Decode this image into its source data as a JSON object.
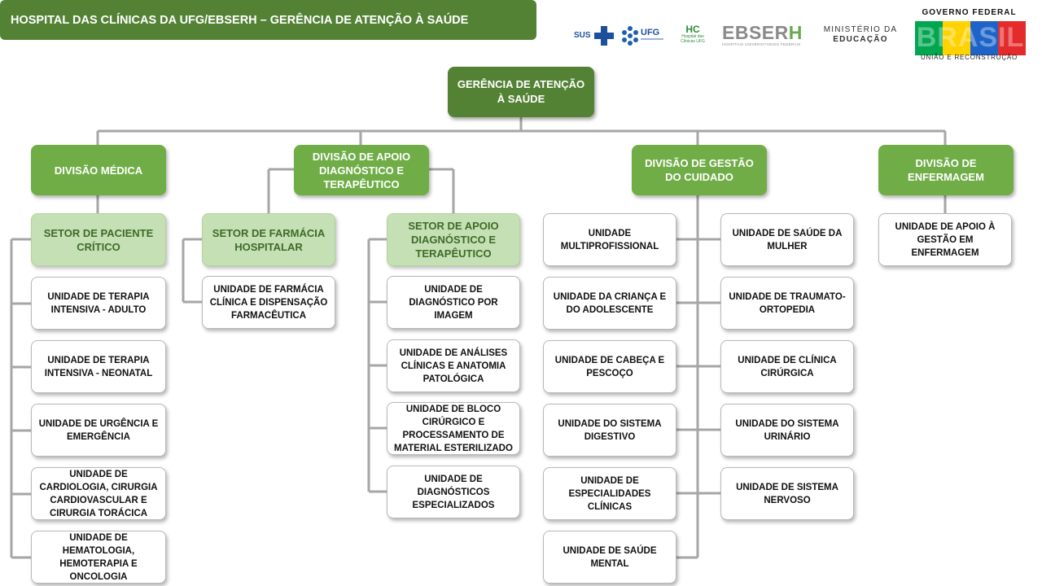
{
  "header": {
    "title": "HOSPITAL DAS CLÍNICAS DA UFG/EBSERH – GERÊNCIA DE ATENÇÃO À SAÚDE"
  },
  "logos": {
    "sus": "SUS",
    "ufg": "UFG",
    "hc": "HC",
    "hc_sub": "Hospital das Clínicas UFG",
    "ebserh_main": "EBSER",
    "ebserh_accent": "H",
    "ebserh_sub": "HOSPITAIS UNIVERSITÁRIOS FEDERAIS",
    "mec_line1": "MINISTÉRIO DA",
    "mec_line2": "EDUCAÇÃO",
    "gov_top": "GOVERNO FEDERAL",
    "gov_word": "BRASIL",
    "gov_bottom": "UNIÃO E RECONSTRUÇÃO",
    "colors": {
      "green": "#00a650",
      "yellow": "#ffd200",
      "blue": "#1e64c8",
      "red": "#e42b2b"
    }
  },
  "org": {
    "root": "GERÊNCIA DE ATENÇÃO À SAÚDE",
    "divisions": [
      "DIVISÃO MÉDICA",
      "DIVISÃO DE APOIO DIAGNÓSTICO E TERAPÊUTICO",
      "DIVISÃO DE GESTÃO DO CUIDADO",
      "DIVISÃO DE ENFERMAGEM"
    ],
    "sectors": [
      "SETOR DE PACIENTE CRÍTICO",
      "SETOR DE FARMÁCIA HOSPITALAR",
      "SETOR DE APOIO DIAGNÓSTICO E TERAPÊUTICO"
    ],
    "units_medica": [
      "UNIDADE DE TERAPIA INTENSIVA - ADULTO",
      "UNIDADE DE TERAPIA INTENSIVA - NEONATAL",
      "UNIDADE DE URGÊNCIA E EMERGÊNCIA",
      "UNIDADE DE CARDIOLOGIA, CIRURGIA CARDIOVASCULAR E CIRURGIA TORÁCICA",
      "UNIDADE DE HEMATOLOGIA, HEMOTERAPIA E ONCOLOGIA"
    ],
    "units_farmacia": [
      "UNIDADE DE FARMÁCIA CLÍNICA E DISPENSAÇÃO FARMACÊUTICA"
    ],
    "units_apoio": [
      "UNIDADE DE DIAGNÓSTICO POR IMAGEM",
      "UNIDADE DE ANÁLISES CLÍNICAS E ANATOMIA PATOLÓGICA",
      "UNIDADE DE BLOCO CIRÚRGICO E PROCESSAMENTO DE MATERIAL ESTERILIZADO",
      "UNIDADE DE DIAGNÓSTICOS ESPECIALIZADOS"
    ],
    "units_gestao_left": [
      "UNIDADE MULTIPROFISSIONAL",
      "UNIDADE DA CRIANÇA E DO ADOLESCENTE",
      "UNIDADE DE CABEÇA E PESCOÇO",
      "UNIDADE DO SISTEMA DIGESTIVO",
      "UNIDADE DE ESPECIALIDADES CLÍNICAS",
      "UNIDADE DE SAÚDE MENTAL"
    ],
    "units_gestao_right": [
      "UNIDADE DE SAÚDE DA MULHER",
      "UNIDADE DE TRAUMATO-ORTOPEDIA",
      "UNIDADE DE CLÍNICA CIRÚRGICA",
      "UNIDADE DO SISTEMA URINÁRIO",
      "UNIDADE DE SISTEMA NERVOSO"
    ],
    "units_enfermagem": [
      "UNIDADE DE APOIO À GESTÃO EM ENFERMAGEM"
    ]
  }
}
